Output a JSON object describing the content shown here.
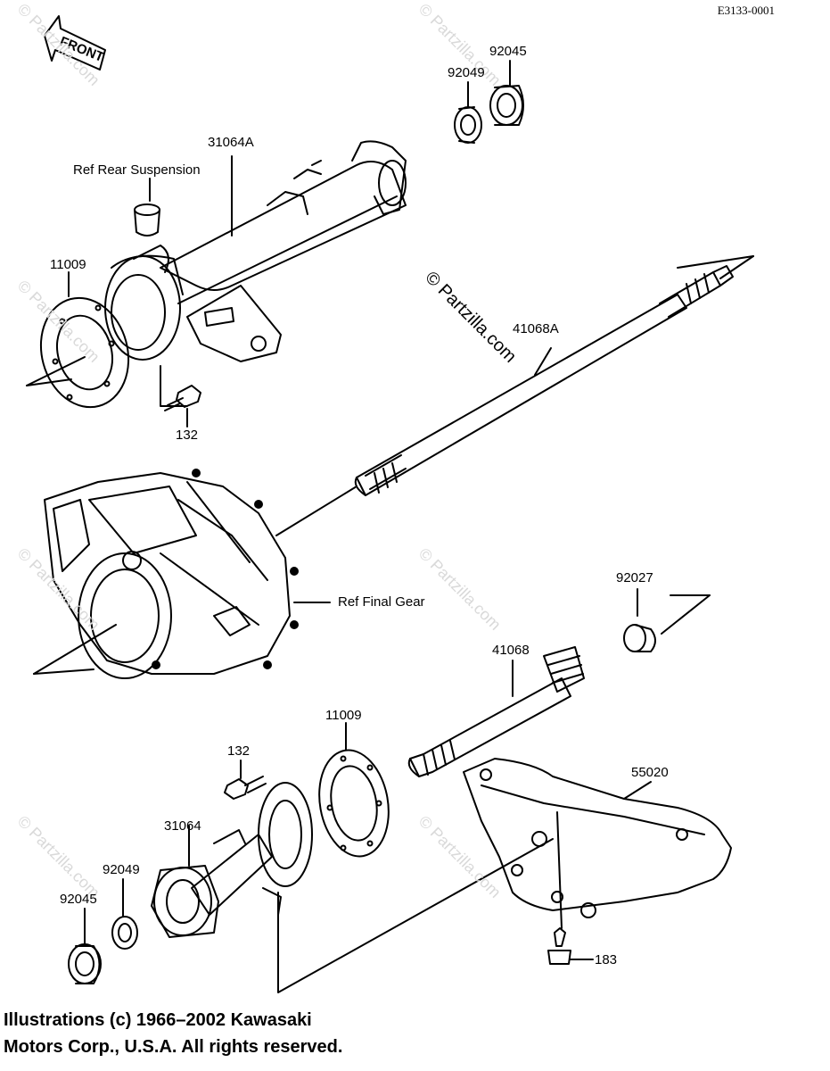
{
  "figure_id": "E3133-0001",
  "front_label": "FRONT",
  "watermark": "© Partzilla.com",
  "copyright": {
    "line1": "Illustrations (c) 1966–2002 Kawasaki",
    "line2": "Motors Corp., U.S.A.  All rights reserved."
  },
  "callouts": {
    "p92045_top": "92045",
    "p92049_top": "92049",
    "p31064A": "31064A",
    "ref_rear_suspension": "Ref Rear Suspension",
    "p11009_top": "11009",
    "p41068A": "41068A",
    "p132_top": "132",
    "ref_final_gear": "Ref Final Gear",
    "p92027": "92027",
    "p41068": "41068",
    "p11009_bottom": "11009",
    "p132_bottom": "132",
    "p55020": "55020",
    "p31064": "31064",
    "p92049_bottom": "92049",
    "p92045_bottom": "92045",
    "p183": "183"
  }
}
